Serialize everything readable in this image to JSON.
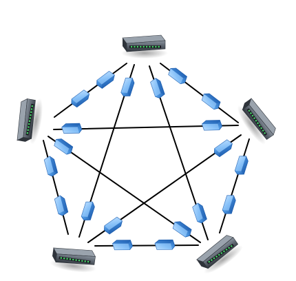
{
  "diagram": {
    "kind": "network-topology",
    "title": "",
    "node_icon": "network-switch-icon",
    "connector_icon": "network-connector-icon",
    "nodes": [
      {
        "id": "top",
        "icon": "network-switch-icon"
      },
      {
        "id": "right",
        "icon": "network-switch-icon"
      },
      {
        "id": "bottom-right",
        "icon": "network-switch-icon"
      },
      {
        "id": "bottom-left",
        "icon": "network-switch-icon"
      },
      {
        "id": "left",
        "icon": "network-switch-icon"
      }
    ],
    "links": [
      {
        "from": "top",
        "to": "left",
        "connectors": 2
      },
      {
        "from": "top",
        "to": "right",
        "connectors": 2
      },
      {
        "from": "top",
        "to": "bottom-left",
        "connectors": 2
      },
      {
        "from": "top",
        "to": "bottom-right",
        "connectors": 2
      },
      {
        "from": "left",
        "to": "right",
        "connectors": 2
      },
      {
        "from": "left",
        "to": "bottom-left",
        "connectors": 2
      },
      {
        "from": "left",
        "to": "bottom-right",
        "connectors": 2
      },
      {
        "from": "right",
        "to": "bottom-right",
        "connectors": 2
      },
      {
        "from": "right",
        "to": "bottom-left",
        "connectors": 2
      },
      {
        "from": "bottom-left",
        "to": "bottom-right",
        "connectors": 2
      }
    ],
    "colors": {
      "line": "#000000",
      "connector_light": "#a9d6ff",
      "connector_mid": "#3e8fe0",
      "connector_dark": "#1f5fb0",
      "switch_body": "#5a6370",
      "switch_dark": "#2f343b",
      "switch_led": "#49d86a"
    }
  }
}
